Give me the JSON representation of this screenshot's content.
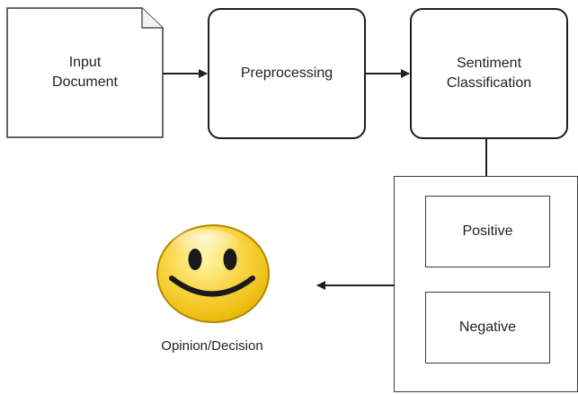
{
  "nodes": {
    "input": "Input\nDocument",
    "preprocessing": "Preprocessing",
    "classification": "Sentiment\nClassification",
    "positive": "Positive",
    "negative": "Negative",
    "output": "Opinion/Decision"
  },
  "colors": {
    "stroke": "#1e1e1e",
    "face_fill_light": "#fff6a6",
    "face_fill_dark": "#e8b400",
    "face_outline": "#b38900"
  },
  "icons": {
    "smiley": "smiley-face-icon"
  }
}
